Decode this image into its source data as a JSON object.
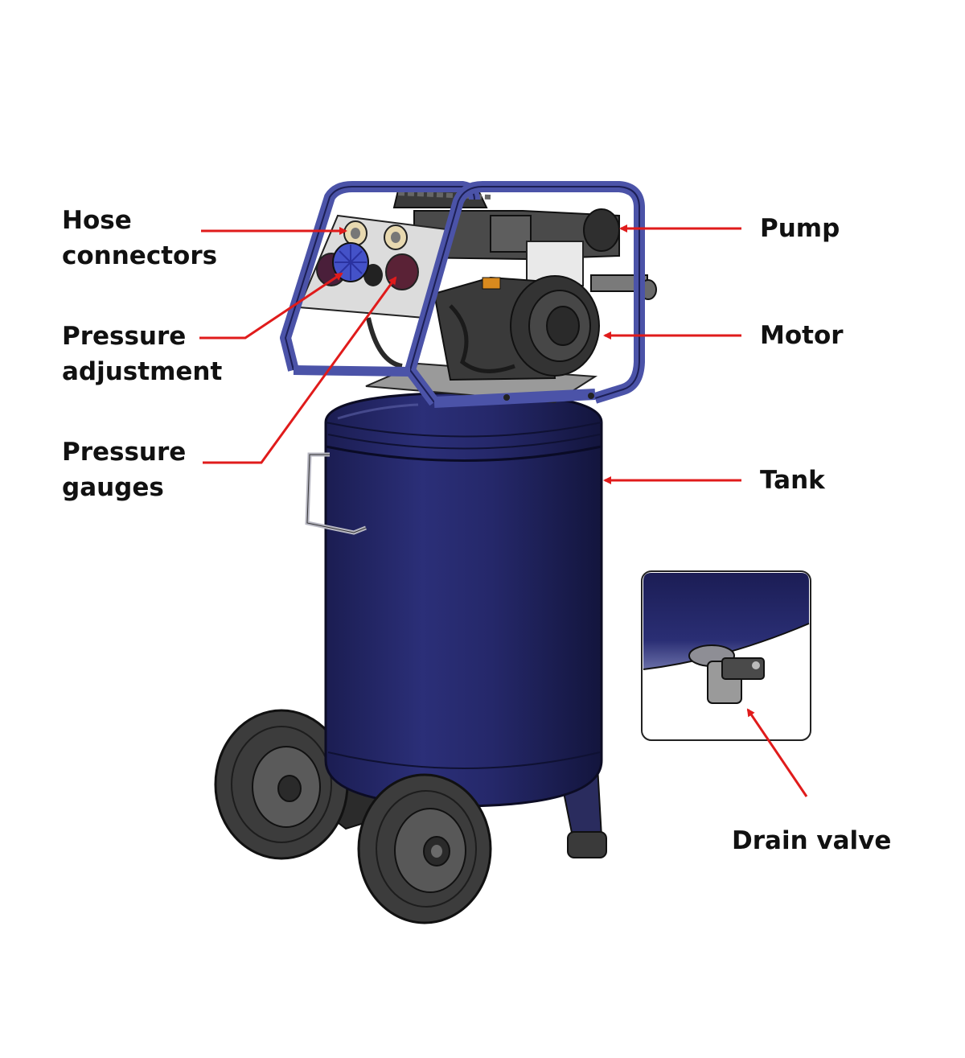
{
  "colors": {
    "tank": "#25286a",
    "tank_dark": "#161846",
    "frame": "#4b53a8",
    "arrow": "#e01b1b",
    "wheel": "#3c3c3c",
    "panel": "#d6d6d6",
    "motor": "#3a3a3a"
  },
  "labels": {
    "hose_connectors": [
      "Hose",
      "connectors"
    ],
    "pressure_adjustment": [
      "Pressure",
      "adjustment"
    ],
    "pressure_gauges": [
      "Pressure",
      "gauges"
    ],
    "pump": "Pump",
    "motor": "Motor",
    "tank": "Tank",
    "drain_valve": "Drain valve"
  },
  "icons": {
    "compressor": "air-compressor-illustration",
    "drain_inset": "drain-valve-closeup"
  }
}
